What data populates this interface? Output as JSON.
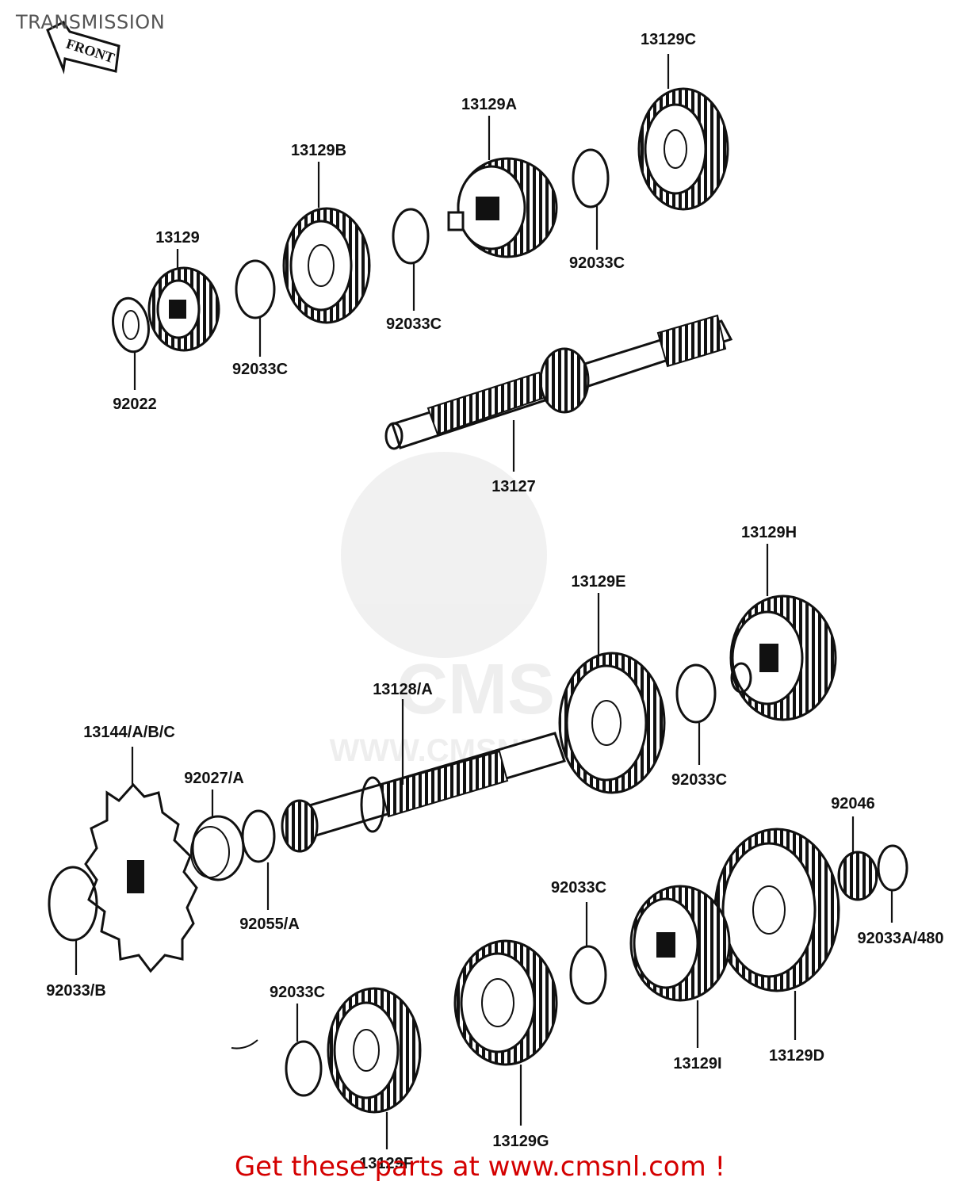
{
  "title": "TRANSMISSION",
  "front_label": "FRONT",
  "footer": "Get these parts at www.cmsnl.com !",
  "colors": {
    "footer": "#d40000",
    "title": "#555555",
    "lines": "#111111"
  },
  "callouts": {
    "p13129c_top": "13129C",
    "p13129a": "13129A",
    "p13129b": "13129B",
    "p13129": "13129",
    "p92033c_1": "92033C",
    "p92033c_2": "92033C",
    "p92033c_3": "92033C",
    "p92022": "92022",
    "p13127": "13127",
    "p13129h": "13129H",
    "p13129e": "13129E",
    "p92033c_4": "92033C",
    "p13128a": "13128/A",
    "p13144": "13144/A/B/C",
    "p92027a": "92027/A",
    "p92055a": "92055/A",
    "p92033b": "92033/B",
    "p92046": "92046",
    "p92033a480": "92033A/480",
    "p92033c_5": "92033C",
    "p13129i": "13129I",
    "p13129d": "13129D",
    "p92033c_6": "92033C",
    "p13129f": "13129F",
    "p13129g": "13129G"
  }
}
